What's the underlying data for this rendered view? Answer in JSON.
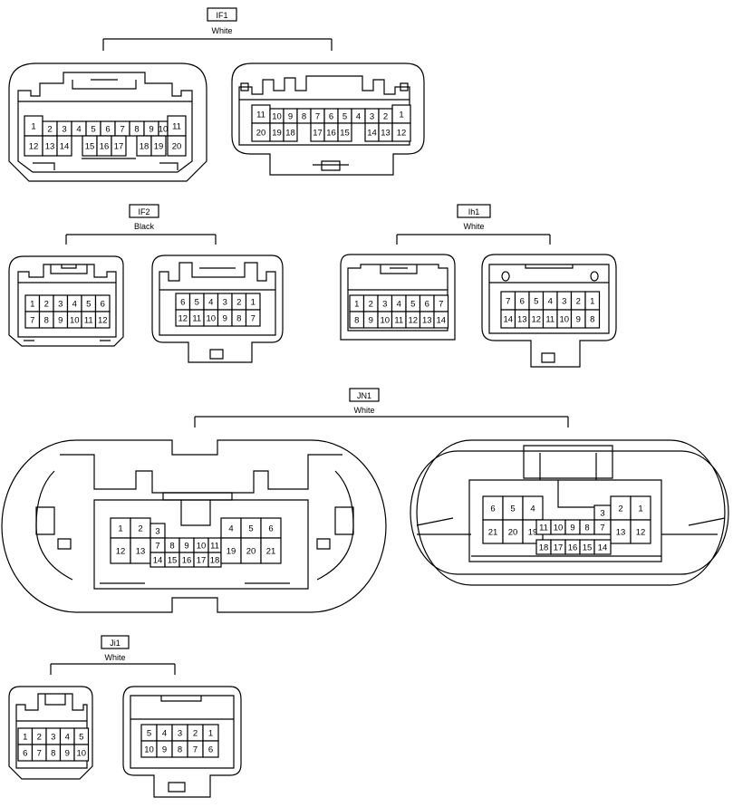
{
  "connectors": [
    {
      "id": "IF1",
      "color": "White",
      "left_pins": [
        "1",
        "2",
        "3",
        "4",
        "5",
        "6",
        "7",
        "8",
        "9",
        "10",
        "11",
        "12",
        "13",
        "14",
        "15",
        "16",
        "17",
        "18",
        "19",
        "20"
      ],
      "right_pins": [
        "11",
        "10",
        "9",
        "8",
        "7",
        "6",
        "5",
        "4",
        "3",
        "2",
        "1",
        "20",
        "19",
        "18",
        "17",
        "16",
        "15",
        "14",
        "13",
        "12"
      ]
    },
    {
      "id": "IF2",
      "color": "Black",
      "left_pins": [
        "1",
        "2",
        "3",
        "4",
        "5",
        "6",
        "7",
        "8",
        "9",
        "10",
        "11",
        "12"
      ],
      "right_pins": [
        "6",
        "5",
        "4",
        "3",
        "2",
        "1",
        "12",
        "11",
        "10",
        "9",
        "8",
        "7"
      ]
    },
    {
      "id": "Ih1",
      "color": "White",
      "left_pins": [
        "1",
        "2",
        "3",
        "4",
        "5",
        "6",
        "7",
        "8",
        "9",
        "10",
        "11",
        "12",
        "13",
        "14"
      ],
      "right_pins": [
        "7",
        "6",
        "5",
        "4",
        "3",
        "2",
        "1",
        "14",
        "13",
        "12",
        "11",
        "10",
        "9",
        "8"
      ]
    },
    {
      "id": "JN1",
      "color": "White",
      "left_pins": [
        "1",
        "2",
        "3",
        "4",
        "5",
        "6",
        "7",
        "8",
        "9",
        "10",
        "11",
        "12",
        "13",
        "14",
        "15",
        "16",
        "17",
        "18",
        "19",
        "20",
        "21"
      ],
      "right_pins": [
        "6",
        "5",
        "4",
        "3",
        "2",
        "1",
        "21",
        "20",
        "19",
        "11",
        "10",
        "9",
        "8",
        "7",
        "13",
        "12",
        "18",
        "17",
        "16",
        "15",
        "14"
      ]
    },
    {
      "id": "Ji1",
      "color": "White",
      "left_pins": [
        "1",
        "2",
        "3",
        "4",
        "5",
        "6",
        "7",
        "8",
        "9",
        "10"
      ],
      "right_pins": [
        "5",
        "4",
        "3",
        "2",
        "1",
        "10",
        "9",
        "8",
        "7",
        "6"
      ]
    }
  ]
}
